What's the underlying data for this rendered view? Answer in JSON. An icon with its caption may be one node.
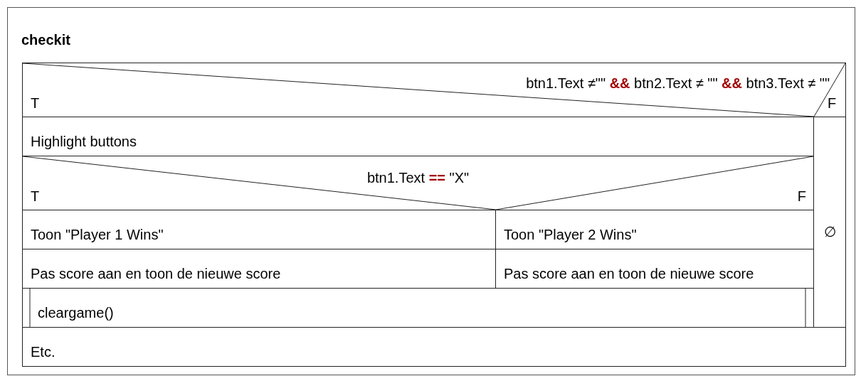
{
  "diagram": {
    "nodes": [
      {
        "text": [
          "checkit"
        ]
      },
      {
        "text": [
          "btn1.Text ≠\"\" **&&** btn2.Text ≠ \"\" **&&** btn3.Text ≠ \"\"",
          "T",
          "F"
        ],
        "in": 0
      },
      {
        "text": [
          "Highlight buttons"
        ],
        "in": 0
      },
      {
        "text": [
          "btn1.Text **==** \"X\"",
          "T",
          "F"
        ],
        "in": 0
      },
      {
        "text": [
          "Toon \"Player 1 Wins\""
        ],
        "in": 0
      },
      {
        "text": [
          "Toon \"Player 2 Wins\""
        ],
        "in": 0
      },
      {
        "text": [
          "Pas score aan en toon de nieuwe score"
        ],
        "in": 0
      },
      {
        "text": [
          "Pas score aan en toon de nieuwe score"
        ],
        "in": 0
      },
      {
        "text": [
          "cleargame()"
        ],
        "in": 0
      },
      {
        "text": [
          "∅"
        ],
        "in": 0
      },
      {
        "text": [
          "Etc."
        ],
        "in": 0
      }
    ]
  }
}
